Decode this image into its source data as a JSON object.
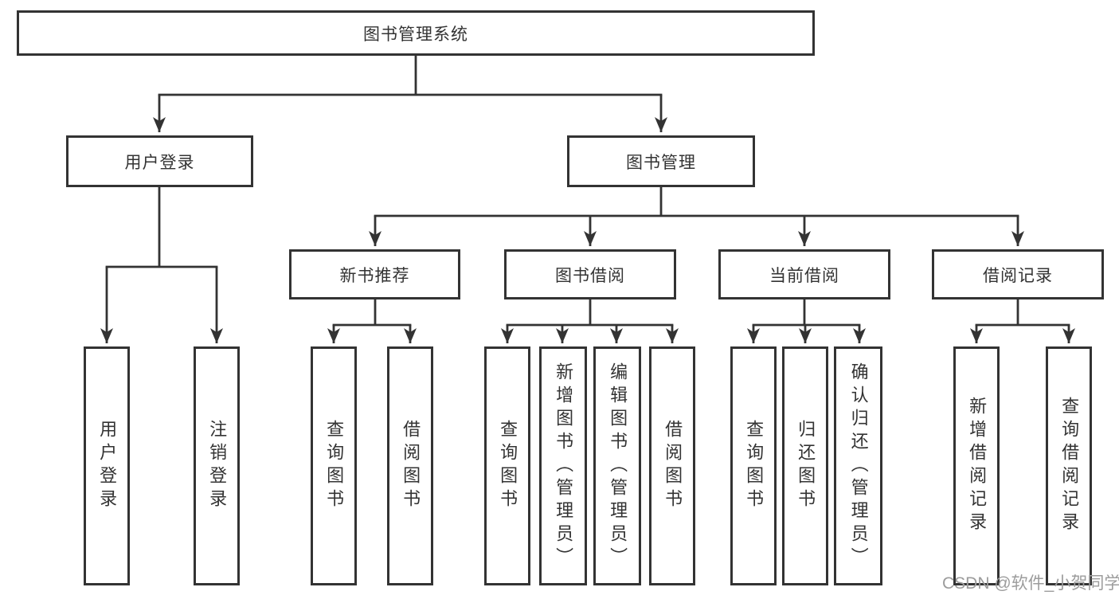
{
  "diagram": {
    "type": "hierarchy-tree",
    "colors": {
      "line": "#333333",
      "box_border": "#333333",
      "box_fill": "#ffffff",
      "text": "#333333",
      "watermark_text": "#9c9c9c"
    }
  },
  "tree": {
    "root": {
      "label": "图书管理系统",
      "children": [
        {
          "label": "用户登录",
          "children": [
            {
              "label": "用户登录"
            },
            {
              "label": "注销登录"
            }
          ]
        },
        {
          "label": "图书管理",
          "children": [
            {
              "label": "新书推荐",
              "children": [
                {
                  "label": "查询图书"
                },
                {
                  "label": "借阅图书"
                }
              ]
            },
            {
              "label": "图书借阅",
              "children": [
                {
                  "label": "查询图书"
                },
                {
                  "label": "新增图书（管理员）"
                },
                {
                  "label": "编辑图书（管理员）"
                },
                {
                  "label": "借阅图书"
                }
              ]
            },
            {
              "label": "当前借阅",
              "children": [
                {
                  "label": "查询图书"
                },
                {
                  "label": "归还图书"
                },
                {
                  "label": "确认归还（管理员）"
                }
              ]
            },
            {
              "label": "借阅记录",
              "children": [
                {
                  "label": "新增借阅记录"
                },
                {
                  "label": "查询借阅记录"
                }
              ]
            }
          ]
        }
      ]
    }
  },
  "watermark": "CSDN @软件_小贺同学"
}
